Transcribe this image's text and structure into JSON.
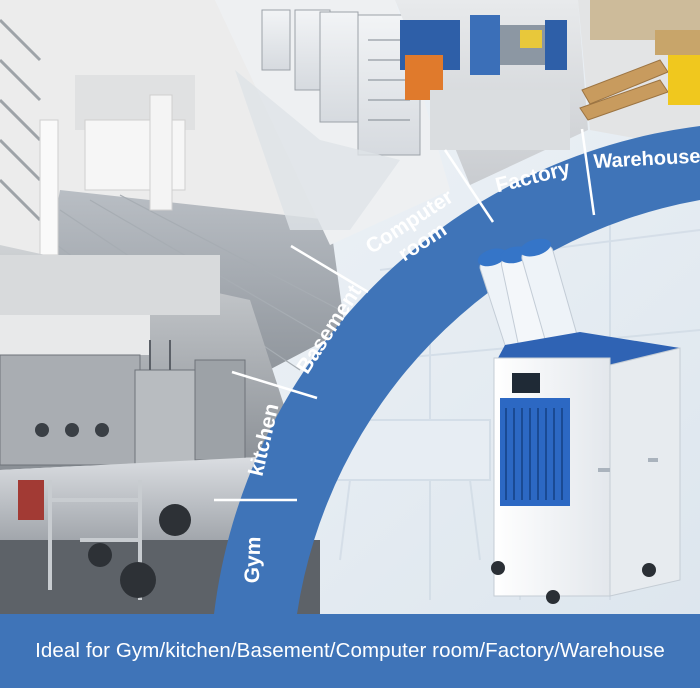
{
  "segments": [
    {
      "id": "gym",
      "label": "Gym"
    },
    {
      "id": "kitchen",
      "label": "kitchen"
    },
    {
      "id": "basement",
      "label": "Basement"
    },
    {
      "id": "computer-room",
      "label_lines": [
        "Computer",
        "room"
      ]
    },
    {
      "id": "factory",
      "label": "Factory"
    },
    {
      "id": "warehouse",
      "label": "Warehouse"
    }
  ],
  "caption": "Ideal for Gym/kitchen/Basement/Computer room/Factory/Warehouse",
  "colors": {
    "band_blue": "#3f74b8",
    "band_light": "#6f9bd1",
    "unit_white": "#f4f6f8",
    "unit_blue": "#2f63b4",
    "duct_white": "#eef3f8"
  },
  "scenes": [
    {
      "id": "home-interior"
    },
    {
      "id": "server-room"
    },
    {
      "id": "factory-floor"
    },
    {
      "id": "warehouse-pallets"
    },
    {
      "id": "commercial-kitchen"
    },
    {
      "id": "gym-equipment"
    },
    {
      "id": "office-interior"
    }
  ],
  "product": {
    "id": "portable-spot-cooler",
    "ducts": 3
  }
}
